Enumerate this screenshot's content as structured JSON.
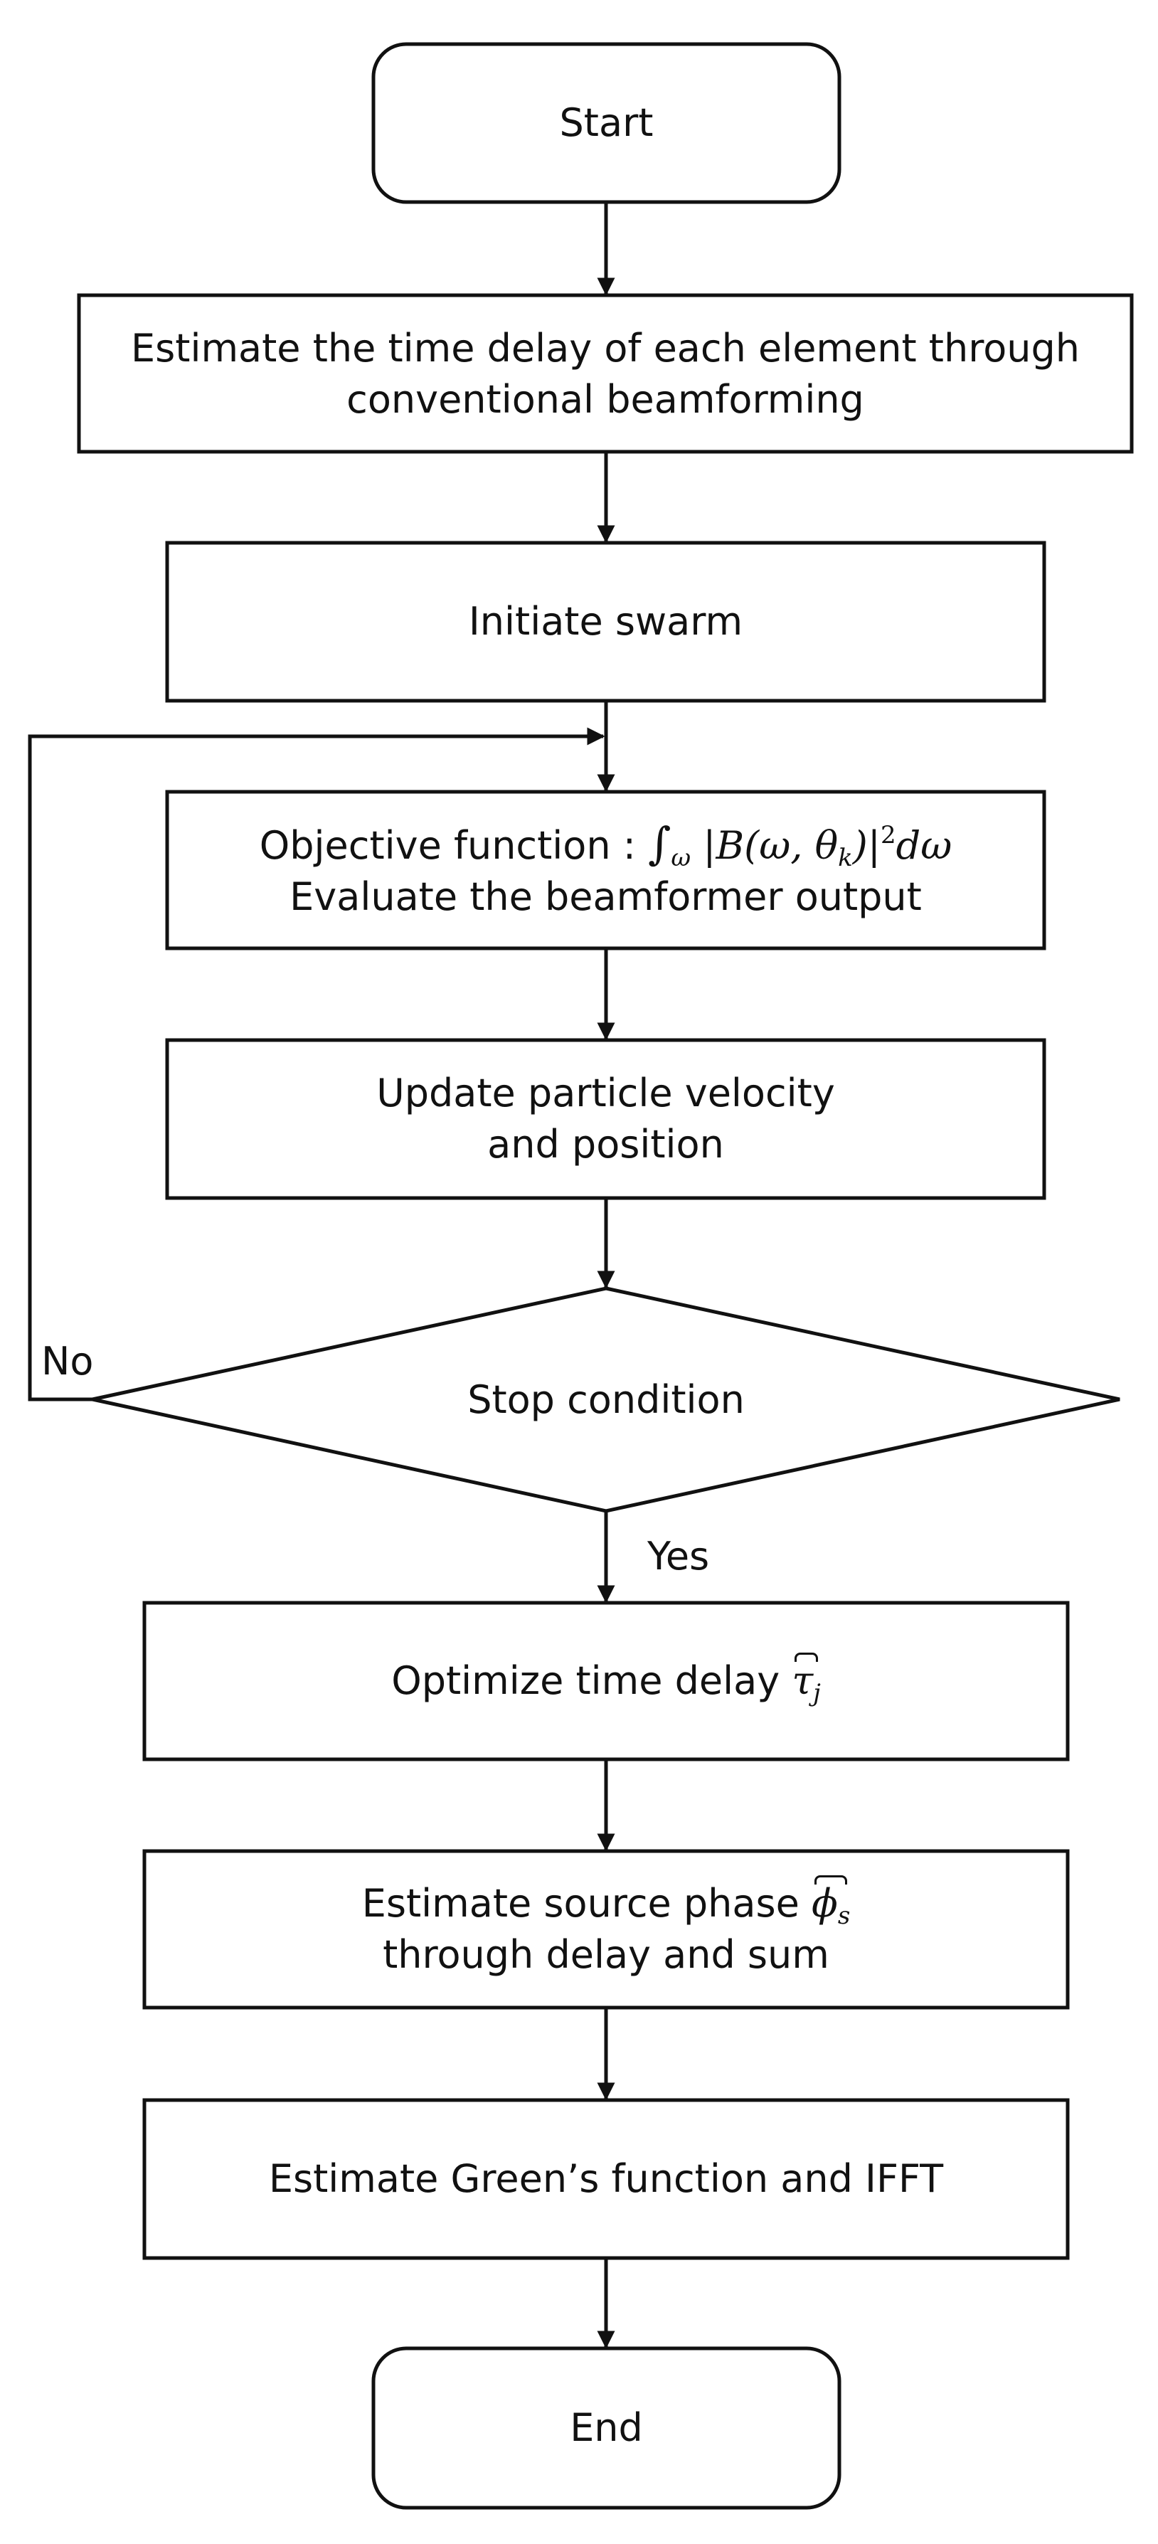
{
  "nodes": {
    "start": {
      "label": "Start"
    },
    "estimate_delay": {
      "line1": "Estimate the time delay of each element through",
      "line2": "conventional beamforming"
    },
    "initiate_swarm": {
      "label": "Initiate swarm"
    },
    "objective": {
      "prefix": "Objective function : ",
      "integral": "∫",
      "integral_sub": "ω",
      "abs_open": "|B(ω, θ",
      "theta_sub": "k",
      "abs_close": ")|",
      "power": "2",
      "suffix": "dω",
      "line2": "Evaluate the beamformer output"
    },
    "update": {
      "line1": "Update particle velocity",
      "line2": "and position"
    },
    "stop": {
      "label": "Stop condition"
    },
    "optimize": {
      "prefix": "Optimize time delay ",
      "symbol": "τ",
      "symbol_sub": "j"
    },
    "estimate_phase": {
      "prefix": "Estimate source phase ",
      "symbol": "ϕ",
      "symbol_sub": "s",
      "line2": "through delay and sum"
    },
    "greens": {
      "label": "Estimate Green’s function and IFFT"
    },
    "end": {
      "label": "End"
    }
  },
  "edges": {
    "no_label": "No",
    "yes_label": "Yes"
  },
  "colors": {
    "stroke": "#111111",
    "background": "#ffffff",
    "text": "#111111"
  }
}
